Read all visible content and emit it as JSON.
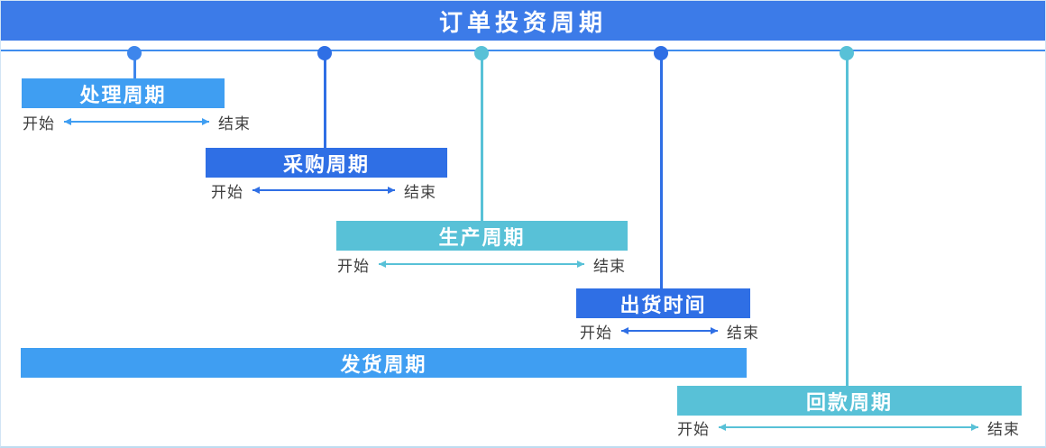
{
  "title": "订单投资周期",
  "colors": {
    "header_bg": "#3C7BE8",
    "timeline_line": "#3F8CEE",
    "medium_blue": "#3F9EF2",
    "royal_blue": "#2F6FE5",
    "teal": "#58C1D7",
    "bar_text": "#FFFFFF",
    "range_text": "#3F3F3F",
    "canvas_border": "#D2E4F5"
  },
  "markers": [
    {
      "color": "#3E86EC"
    },
    {
      "color": "#2F6FE5"
    },
    {
      "color": "#58C1D7"
    },
    {
      "color": "#2F6FE5"
    },
    {
      "color": "#58C1D7"
    }
  ],
  "cycles": [
    {
      "label": "处理周期",
      "color": "#3F9EF2",
      "start_label": "开始",
      "end_label": "结束"
    },
    {
      "label": "采购周期",
      "color": "#2F6FE5",
      "start_label": "开始",
      "end_label": "结束"
    },
    {
      "label": "生产周期",
      "color": "#58C1D7",
      "start_label": "开始",
      "end_label": "结束"
    },
    {
      "label": "出货时间",
      "color": "#2F6FE5",
      "start_label": "开始",
      "end_label": "结束"
    },
    {
      "label": "发货周期",
      "color": "#3F9EF2"
    },
    {
      "label": "回款周期",
      "color": "#58C1D7",
      "start_label": "开始",
      "end_label": "结束"
    }
  ]
}
